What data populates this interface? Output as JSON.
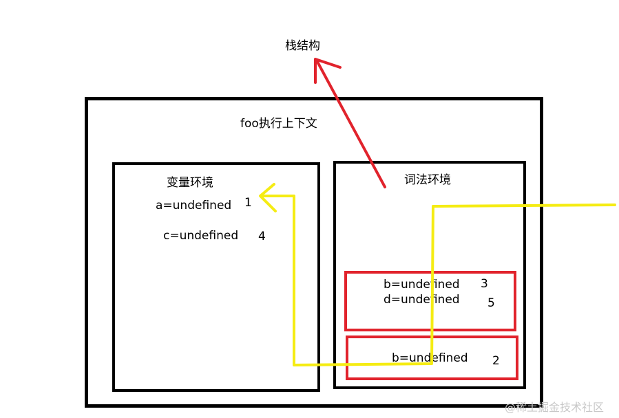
{
  "colors": {
    "border": "#000000",
    "block_border": "#e1232c",
    "scope_chain_arrow": "#f5ec13",
    "stack_arrow": "#e1232c",
    "watermark": "#c8c8c8"
  },
  "stack": {
    "label": "栈结构"
  },
  "context": {
    "title": "foo执行上下文"
  },
  "variable_environment": {
    "title": "变量环境",
    "entries": [
      {
        "text": "a=undefined",
        "order": "1"
      },
      {
        "text": "c=undefined",
        "order": "4"
      }
    ]
  },
  "lexical_environment": {
    "title": "词法环境",
    "blocks": [
      {
        "lines": [
          "b=undefined",
          "d=undefined"
        ],
        "orders": [
          "3",
          "5"
        ]
      },
      {
        "lines": [
          "b=undefined"
        ],
        "orders": [
          "2"
        ]
      }
    ]
  },
  "icons": {
    "stack_arrow": "arrow-up-left-icon",
    "lookup_arrow": "arrow-left-icon"
  },
  "watermark": {
    "text": "@稀土掘金技术社区"
  }
}
